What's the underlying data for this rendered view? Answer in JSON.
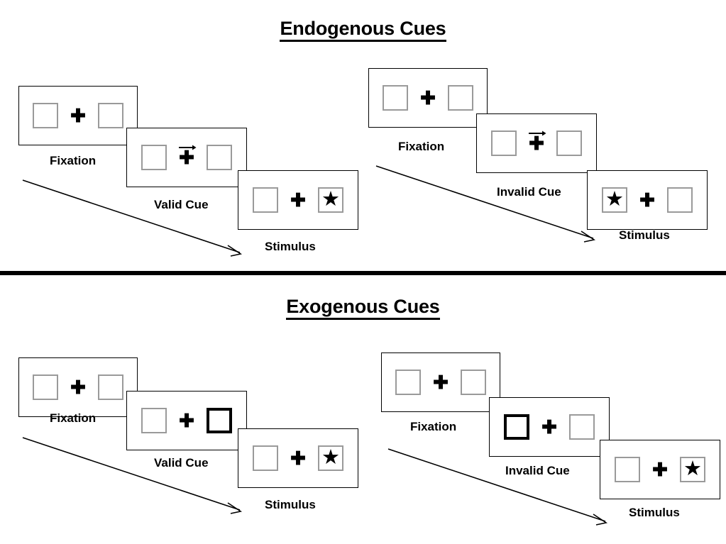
{
  "figure": {
    "kind": "posner-cueing-paradigm-diagram",
    "background_color": "#ffffff",
    "ink_color": "#000000",
    "box_outline_color": "#9a9a9a",
    "cued_box_outline_color": "#000000"
  },
  "glyphs": {
    "plus": "✚",
    "star": "★"
  },
  "sections": [
    {
      "id": "endogenous",
      "title": "Endogenous Cues",
      "groups": [
        {
          "id": "endo-left",
          "cue_validity": "valid",
          "steps": [
            {
              "label": "Fixation",
              "cue": "none",
              "left_box": "empty",
              "right_box": "empty"
            },
            {
              "label": "Valid Cue",
              "cue": "arrow-right",
              "left_box": "empty",
              "right_box": "empty"
            },
            {
              "label": "Stimulus",
              "cue": "none",
              "left_box": "empty",
              "right_box": "star"
            }
          ]
        },
        {
          "id": "endo-right",
          "cue_validity": "invalid",
          "steps": [
            {
              "label": "Fixation",
              "cue": "none",
              "left_box": "empty",
              "right_box": "empty"
            },
            {
              "label": "Invalid Cue",
              "cue": "arrow-right",
              "left_box": "empty",
              "right_box": "empty"
            },
            {
              "label": "Stimulus",
              "cue": "none",
              "left_box": "star",
              "right_box": "empty"
            }
          ]
        }
      ]
    },
    {
      "id": "exogenous",
      "title": "Exogenous Cues",
      "groups": [
        {
          "id": "exo-left",
          "cue_validity": "valid",
          "steps": [
            {
              "label": "Fixation",
              "cue": "none",
              "left_box": "empty",
              "right_box": "empty"
            },
            {
              "label": "Valid Cue",
              "cue": "box-flash-right",
              "left_box": "empty",
              "right_box": "cued"
            },
            {
              "label": "Stimulus",
              "cue": "none",
              "left_box": "empty",
              "right_box": "star"
            }
          ]
        },
        {
          "id": "exo-right",
          "cue_validity": "invalid",
          "steps": [
            {
              "label": "Fixation",
              "cue": "none",
              "left_box": "empty",
              "right_box": "empty"
            },
            {
              "label": "Invalid Cue",
              "cue": "box-flash-left",
              "left_box": "cued",
              "right_box": "empty"
            },
            {
              "label": "Stimulus",
              "cue": "none",
              "left_box": "empty",
              "right_box": "star"
            }
          ]
        }
      ]
    }
  ]
}
